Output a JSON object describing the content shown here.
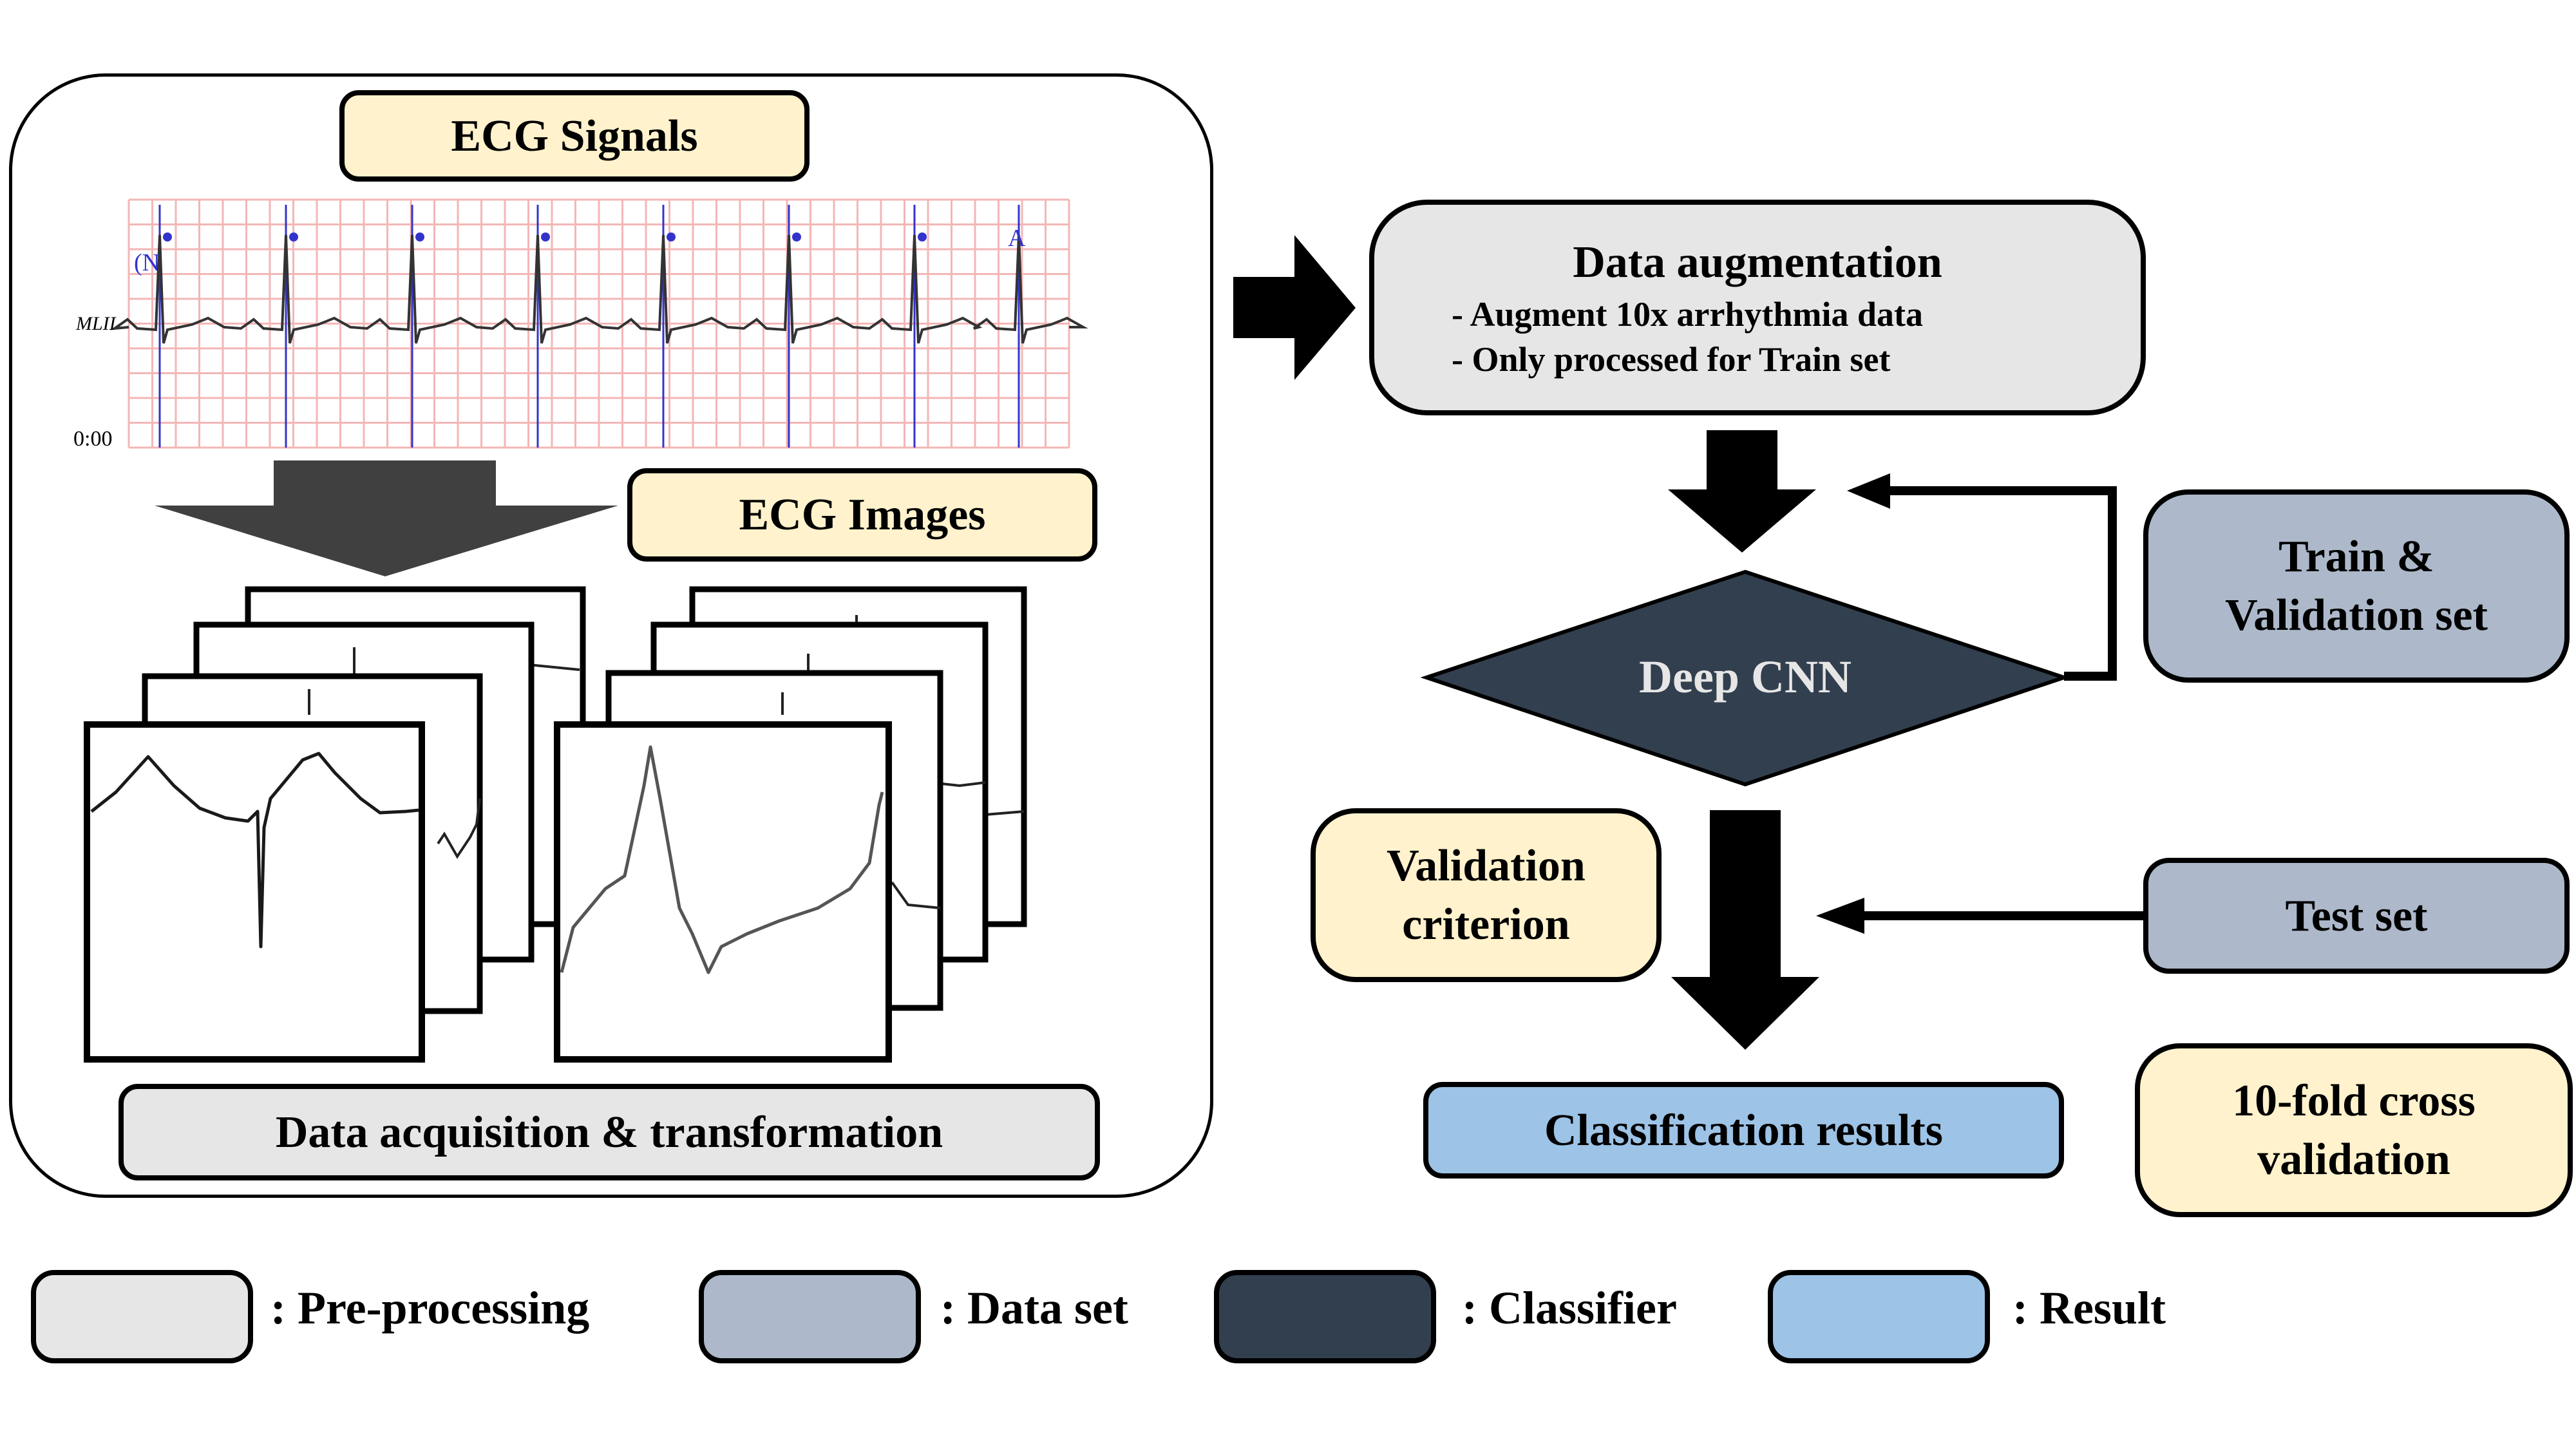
{
  "colors": {
    "preprocessing": "#e6e6e6",
    "dataset": "#adb9ca",
    "classifier": "#323f4f",
    "result": "#9dc3e6",
    "highlight": "#fff2cc",
    "ecg_grid": "#f4b6b6",
    "beat_marker": "#3333cc"
  },
  "left_panel": {
    "ecg_signals_label": "ECG Signals",
    "ecg_images_label": "ECG Images",
    "acquisition_label": "Data acquisition & transformation",
    "strip": {
      "lead_label": "MLII",
      "time_label": "0:00",
      "annotations": [
        "(N",
        "A"
      ]
    }
  },
  "flow": {
    "augmentation": {
      "title": "Data augmentation",
      "lines": [
        "- Augment 10x arrhythmia data",
        "- Only processed for Train set"
      ]
    },
    "classifier_label": "Deep CNN",
    "train_val_label_1": "Train &",
    "train_val_label_2": "Validation set",
    "validation_criterion_1": "Validation",
    "validation_criterion_2": "criterion",
    "test_set_label": "Test set",
    "classification_results_label": "Classification results",
    "cross_validation_1": "10-fold cross",
    "cross_validation_2": "validation"
  },
  "legend": [
    {
      "label": ": Pre-processing",
      "color_key": "preprocessing"
    },
    {
      "label": ": Data set",
      "color_key": "dataset"
    },
    {
      "label": ": Classifier",
      "color_key": "classifier"
    },
    {
      "label": ": Result",
      "color_key": "result"
    }
  ]
}
